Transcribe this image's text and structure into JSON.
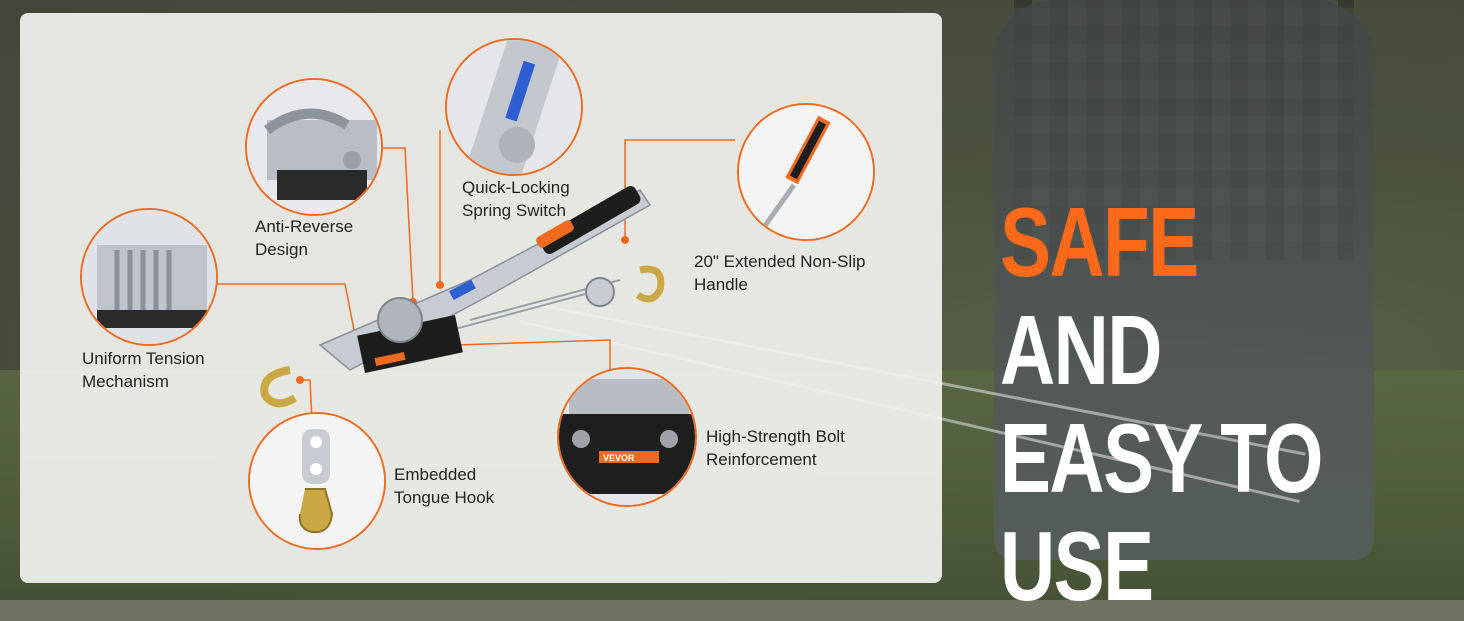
{
  "headline": {
    "accent": "SAFE",
    "line1_rest": "AND",
    "line2": "EASY TO USE"
  },
  "features": {
    "anti_reverse": "Anti-Reverse Design",
    "quick_locking": "Quick-Locking Spring Switch",
    "extended_handle": "20\" Extended Non-Slip Handle",
    "uniform_tension": "Uniform Tension Mechanism",
    "embedded_hook": "Embedded Tongue Hook",
    "bolt_reinforcement": "High-Strength Bolt Reinforcement"
  },
  "brand": "VEVOR",
  "colors": {
    "accent": "#f06a1f",
    "headline_accent": "#ff6a1a",
    "panel": "#f2f2ee",
    "label_text": "#222222"
  }
}
